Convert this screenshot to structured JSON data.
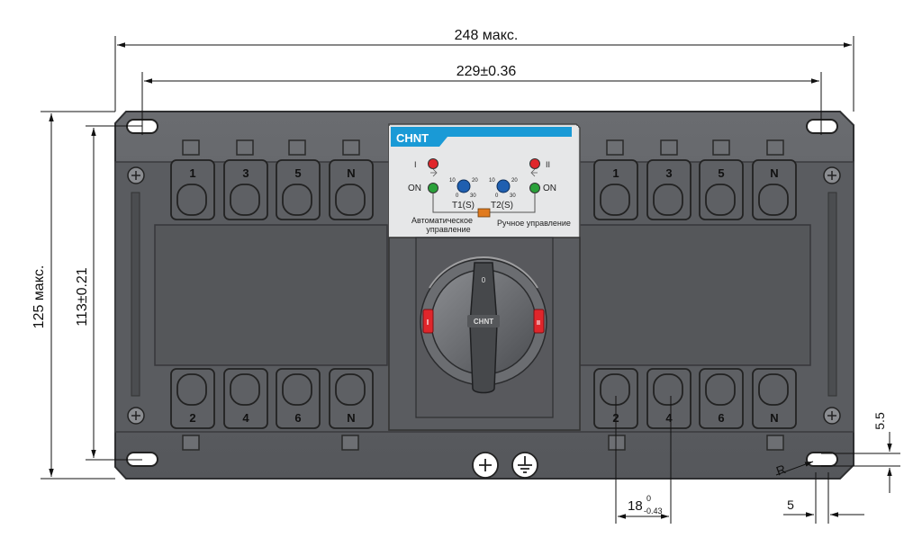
{
  "dimensions": {
    "overall_width": "248 макс.",
    "mount_width": "229±0.36",
    "overall_height": "125 макс.",
    "mount_height": "113±0.21",
    "hole_offset": "5.5",
    "hole_edge": "5",
    "terminal_pitch_base": "18",
    "terminal_pitch_sup": "0",
    "terminal_pitch_sub": "-0.43",
    "radius_label": "R"
  },
  "panel": {
    "brand": "CHNT",
    "knob_brand": "CHNT",
    "left_terminals_top": [
      "1",
      "3",
      "5",
      "N"
    ],
    "right_terminals_top": [
      "1",
      "3",
      "5",
      "N"
    ],
    "left_terminals_bottom": [
      "2",
      "4",
      "6",
      "N"
    ],
    "right_terminals_bottom": [
      "2",
      "4",
      "6",
      "N"
    ],
    "indicator_I": "I",
    "indicator_II": "II",
    "on_left": "ON",
    "on_right": "ON",
    "t1_label": "T1(S)",
    "t2_label": "T2(S)",
    "t1_scale": [
      "10",
      "20",
      "0",
      "30"
    ],
    "t2_scale": [
      "10",
      "20",
      "0",
      "30"
    ],
    "auto_mode_line1": "Автоматическое",
    "auto_mode_line2": "управление",
    "manual_mode": "Ручное управление",
    "knob_left_mark": "I",
    "knob_right_mark": "II",
    "knob_top_mark": "0"
  },
  "colors": {
    "body": "#5e6063",
    "body_dark": "#4a4c4f",
    "face": "#54565a",
    "brand_blue": "#1a9ad6",
    "red": "#e0262b",
    "green": "#2aa13a",
    "dial_blue": "#1f5fb0"
  }
}
